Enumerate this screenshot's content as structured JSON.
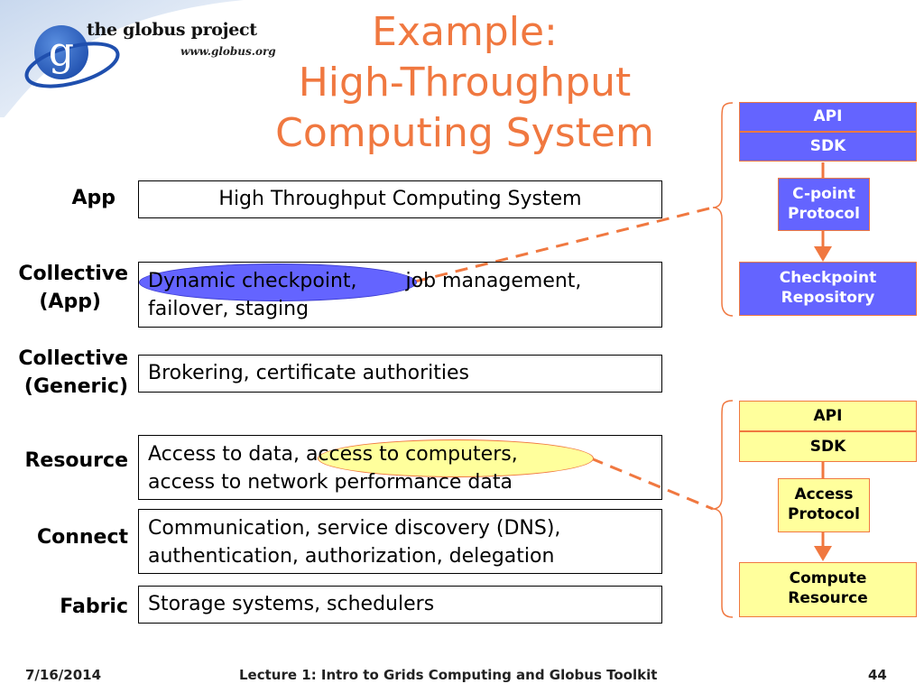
{
  "logo": {
    "name": "the globus project",
    "url": "www.globus.org",
    "letter": "g"
  },
  "title": {
    "line1": "Example:",
    "line2": "High-Throughput",
    "line3": "Computing System"
  },
  "layers": [
    {
      "label_lines": [
        "App"
      ],
      "text_lines": [
        "High Throughput Computing System"
      ]
    },
    {
      "label_lines": [
        "Collective",
        "(App)"
      ],
      "text_lines": [
        "Dynamic checkpoint,",
        "job management,",
        "failover, staging"
      ]
    },
    {
      "label_lines": [
        "Collective",
        "(Generic)"
      ],
      "text_lines": [
        "Brokering, certificate authorities"
      ]
    },
    {
      "label_lines": [
        "Resource"
      ],
      "text_lines": [
        "Access to data,",
        "access to computers,",
        "access to network performance data"
      ]
    },
    {
      "label_lines": [
        "Connect"
      ],
      "text_lines": [
        "Communication, service discovery (DNS),",
        "authentication, authorization, delegation"
      ]
    },
    {
      "label_lines": [
        "Fabric"
      ],
      "text_lines": [
        "Storage systems, schedulers"
      ]
    }
  ],
  "stack_top": {
    "api": "API",
    "sdk": "SDK",
    "protocol": [
      "C-point",
      "Protocol"
    ],
    "target": [
      "Checkpoint",
      "Repository"
    ]
  },
  "stack_bottom": {
    "api": "API",
    "sdk": "SDK",
    "protocol": [
      "Access",
      "Protocol"
    ],
    "target": [
      "Compute",
      "Resource"
    ]
  },
  "colors": {
    "accent": "#f07840",
    "blue": "#6464ff",
    "yellow": "#ffff9c"
  },
  "footer": {
    "date": "7/16/2014",
    "lecture": "Lecture 1: Intro to Grids Computing and Globus Toolkit",
    "page": "44"
  }
}
